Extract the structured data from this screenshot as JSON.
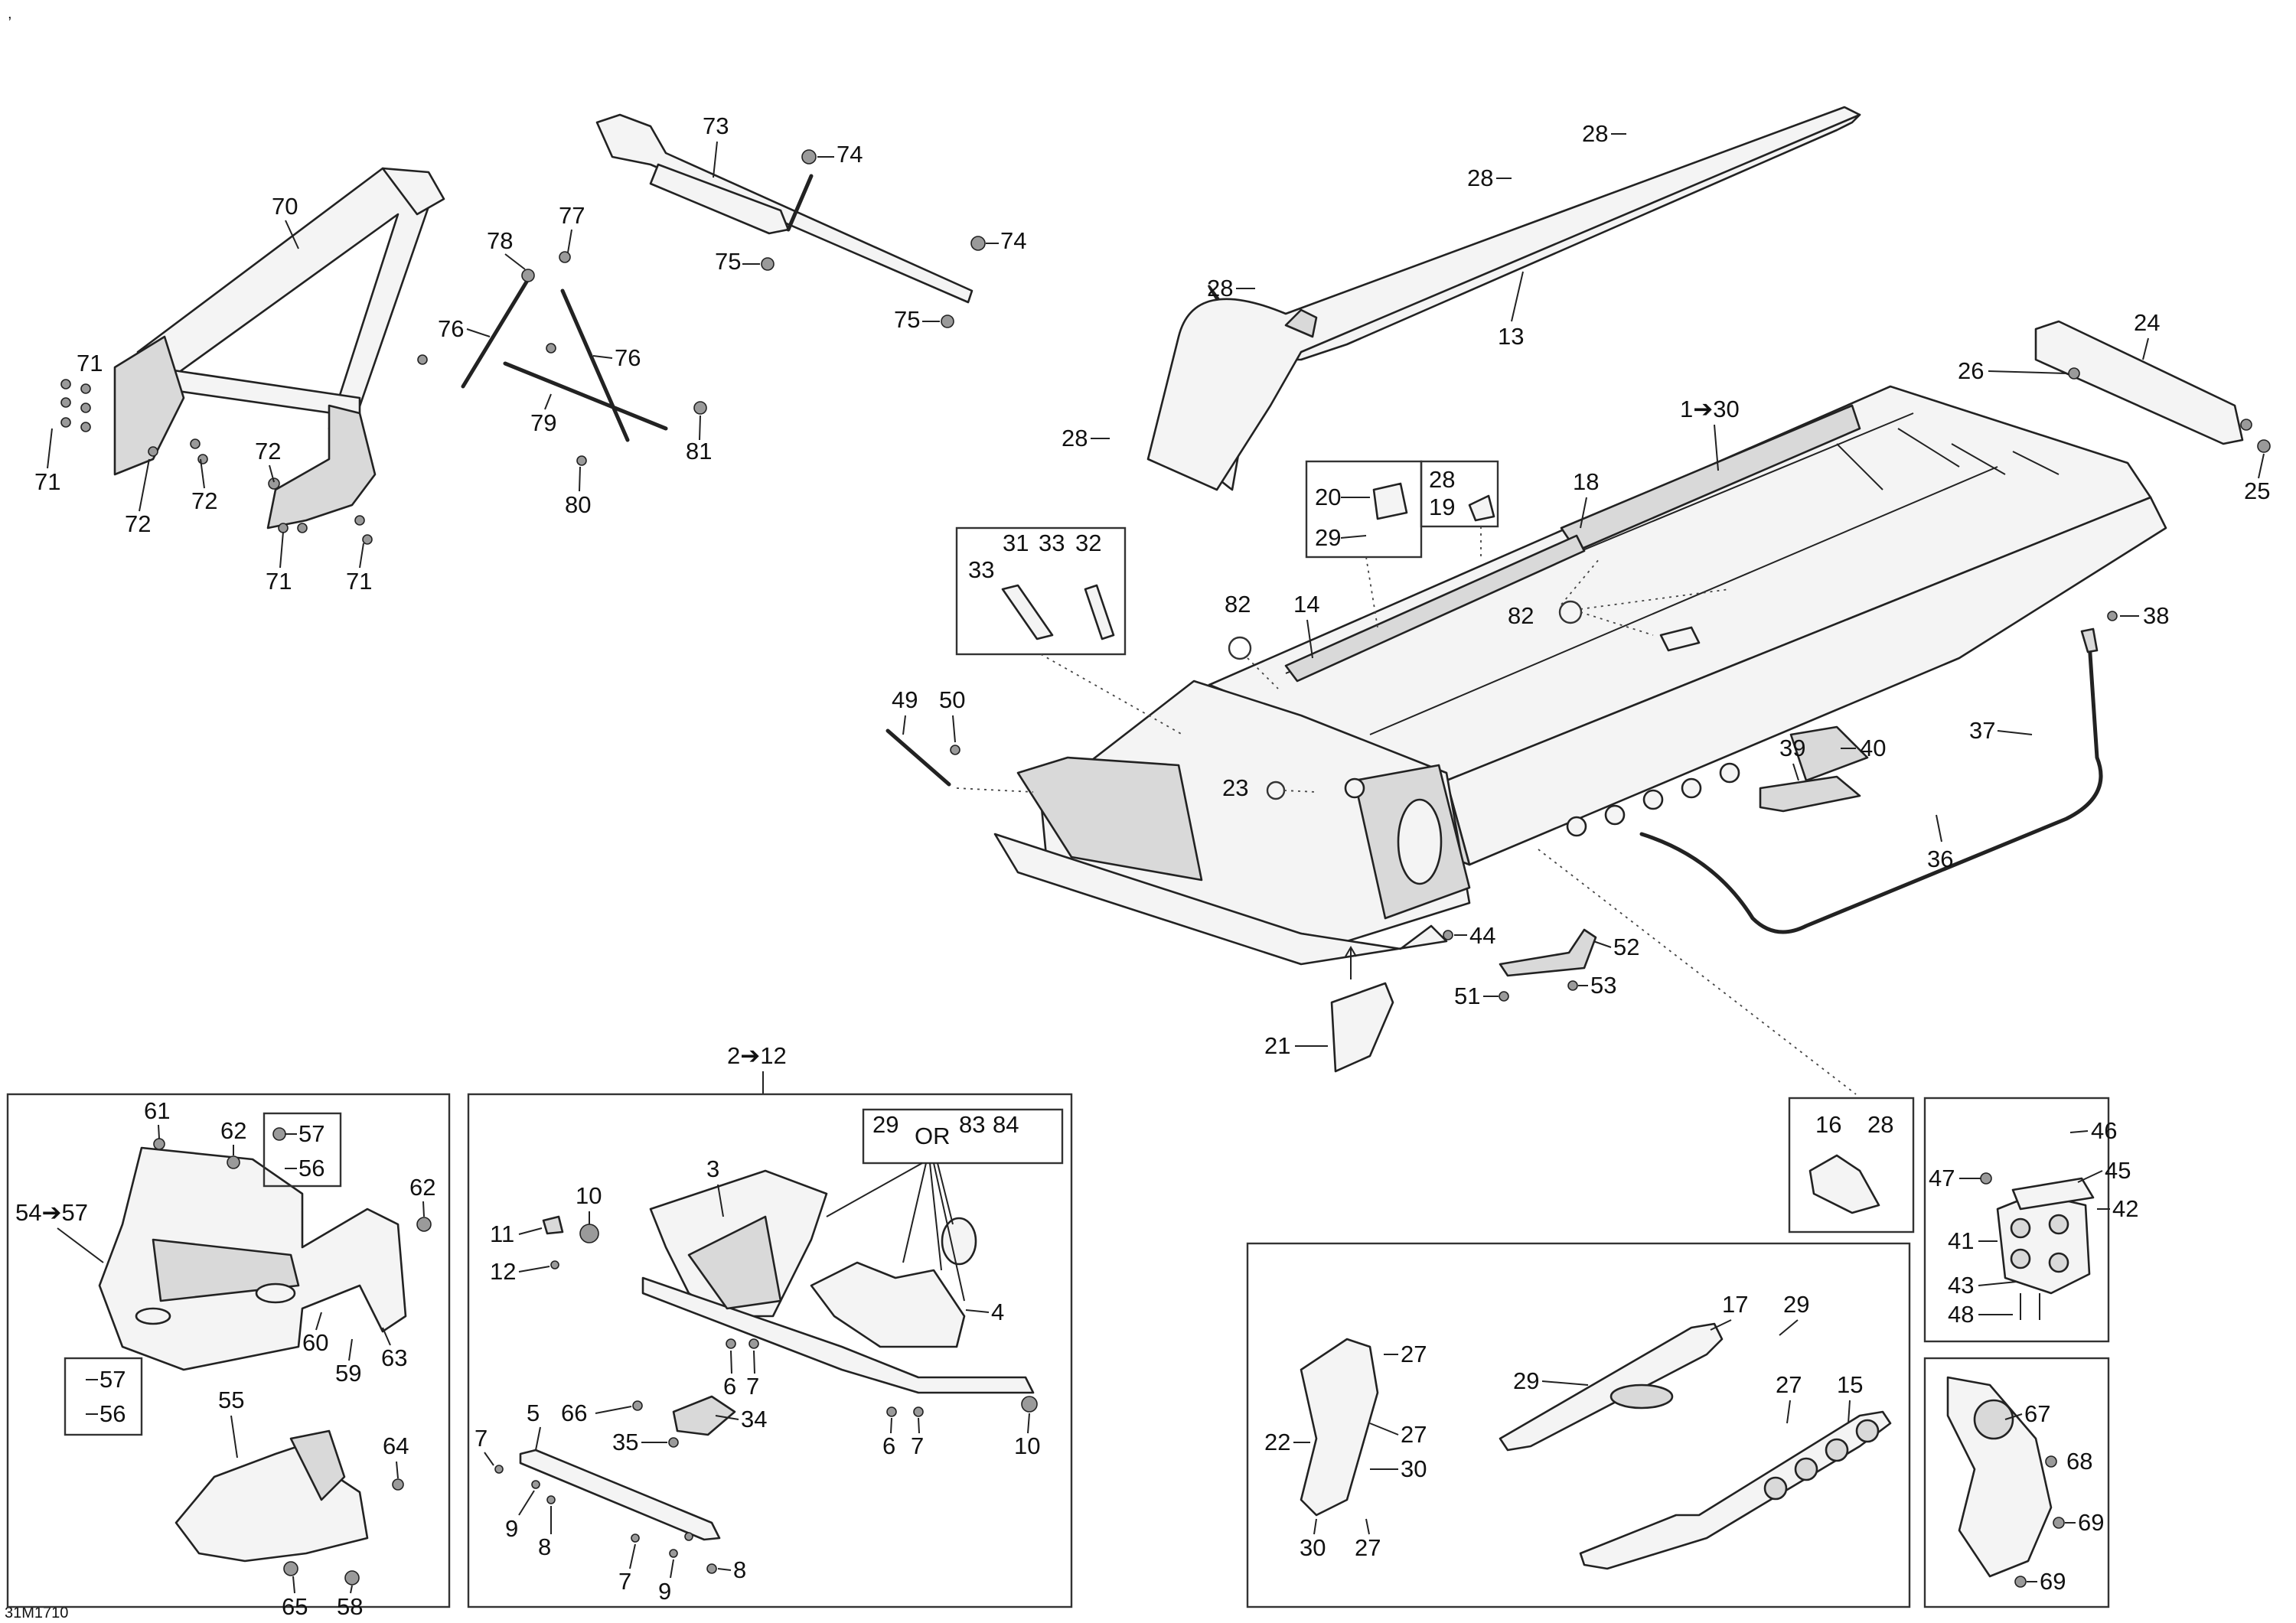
{
  "diagram_code": "31M1710",
  "corner_mark": ",",
  "labels": {
    "l70": "70",
    "l71a": "71",
    "l71b": "71",
    "l71c": "71",
    "l71d": "71",
    "l72a": "72",
    "l72b": "72",
    "l72c": "72",
    "l73": "73",
    "l74a": "74",
    "l74b": "74",
    "l75a": "75",
    "l75b": "75",
    "l76a": "76",
    "l76b": "76",
    "l77": "77",
    "l78": "78",
    "l79": "79",
    "l80": "80",
    "l81": "81",
    "l28a": "28",
    "l28b": "28",
    "l28c": "28",
    "l28d": "28",
    "l28e": "28",
    "l13": "13",
    "l24": "24",
    "l26": "26",
    "l25": "25",
    "l1_30": "1➔30",
    "l20": "20",
    "l29a": "29",
    "l19": "19",
    "l18": "18",
    "l14": "14",
    "l82a": "82",
    "l82b": "82",
    "l31": "31",
    "l33a": "33",
    "l33b": "33",
    "l32": "32",
    "l38": "38",
    "l37": "37",
    "l39": "39",
    "l40": "40",
    "l49": "49",
    "l50": "50",
    "l23": "23",
    "l36": "36",
    "l44": "44",
    "l52": "52",
    "l51": "51",
    "l53": "53",
    "l21": "21",
    "l2_12": "2➔12",
    "l61": "61",
    "l62a": "62",
    "l57a": "57",
    "l56a": "56",
    "l54_57": "54➔57",
    "l62b": "62",
    "l60": "60",
    "l59": "59",
    "l63": "63",
    "l57b": "57",
    "l56b": "56",
    "l55": "55",
    "l64": "64",
    "l65": "65",
    "l58": "58",
    "l3": "3",
    "l29b": "29",
    "l_or": "OR",
    "l83": "83",
    "l84": "84",
    "l10a": "10",
    "l11": "11",
    "l12": "12",
    "l4": "4",
    "l6a": "6",
    "l7a": "7",
    "l6b": "6",
    "l7b": "7",
    "l10b": "10",
    "l5": "5",
    "l66": "66",
    "l34": "34",
    "l35": "35",
    "l7c": "7",
    "l9a": "9",
    "l8a": "8",
    "l7d": "7",
    "l9b": "9",
    "l8b": "8",
    "l16": "16",
    "l28f": "28",
    "l46": "46",
    "l47": "47",
    "l45": "45",
    "l41": "41",
    "l42": "42",
    "l43": "43",
    "l48": "48",
    "l17": "17",
    "l29c": "29",
    "l29d": "29",
    "l27a": "27",
    "l22": "22",
    "l27b": "27",
    "l30a": "30",
    "l27c": "27",
    "l15": "15",
    "l30b": "30",
    "l27d": "27",
    "l67": "67",
    "l68": "68",
    "l69a": "69",
    "l69b": "69"
  }
}
